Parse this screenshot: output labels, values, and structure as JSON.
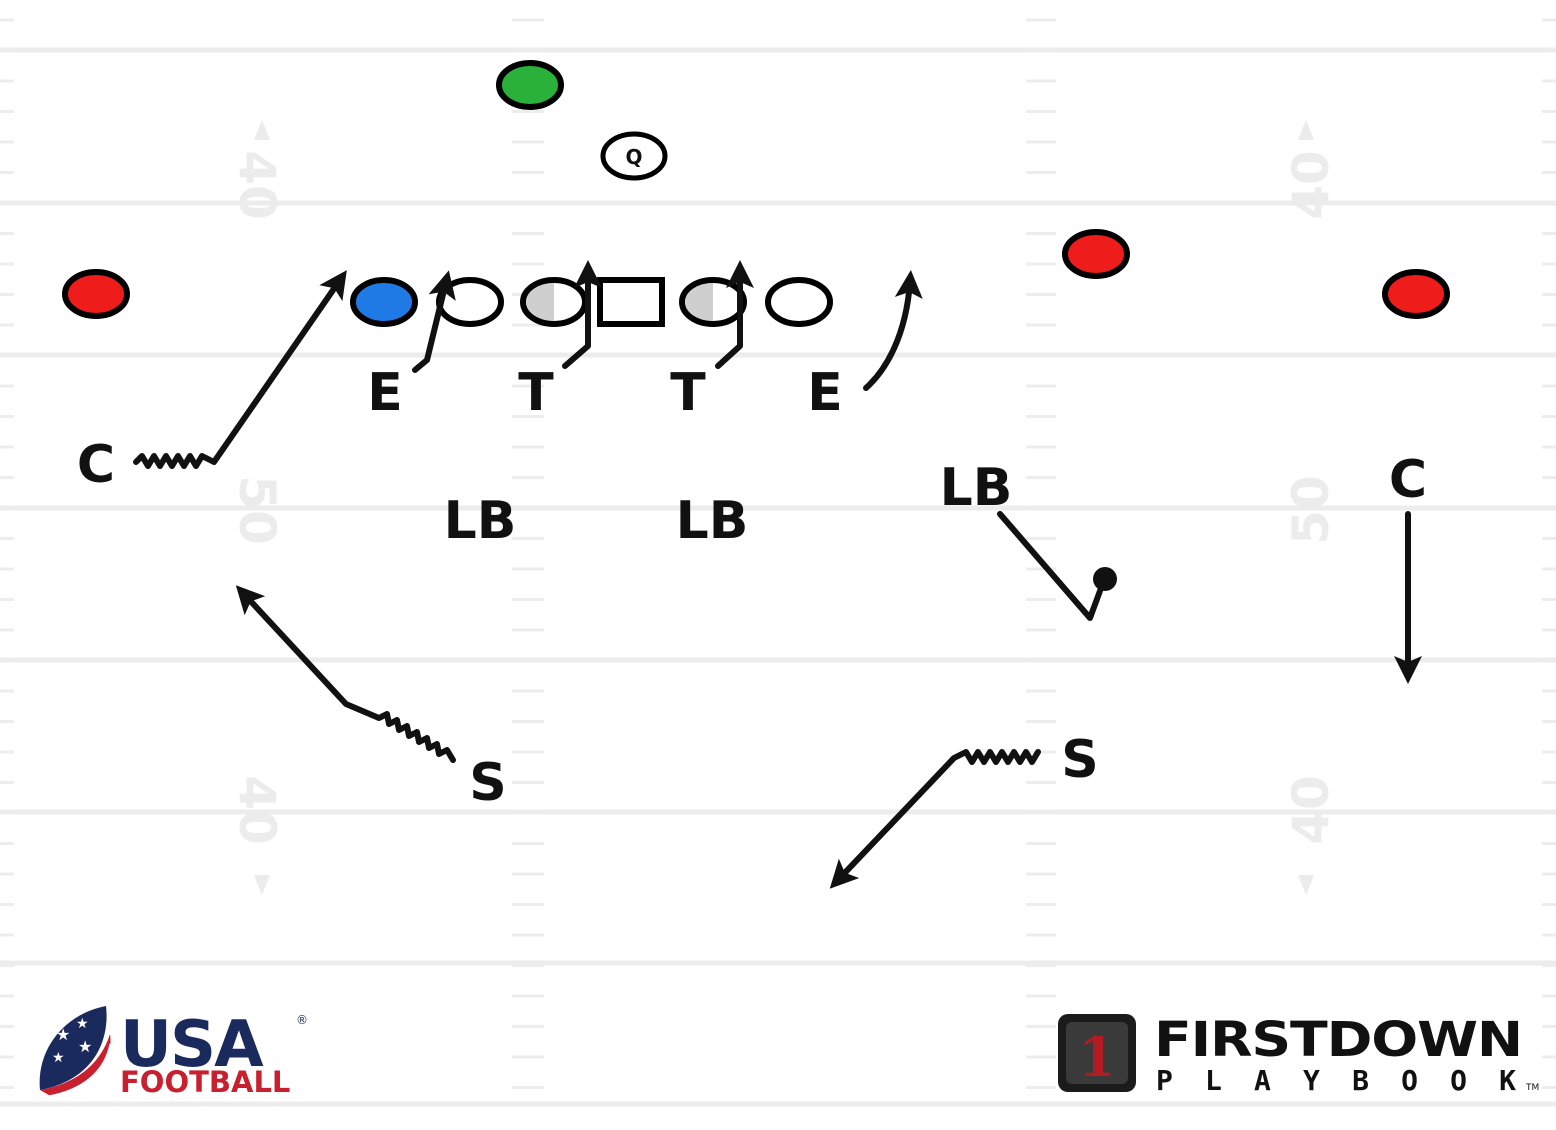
{
  "players": {
    "offense": [
      {
        "role": "receiver-left",
        "color": "#ef1c1c"
      },
      {
        "role": "receiver-right-slot",
        "color": "#ef1c1c"
      },
      {
        "role": "receiver-right",
        "color": "#ef1c1c"
      },
      {
        "role": "running-back",
        "color": "#2ab13a"
      },
      {
        "role": "tight-end",
        "color": "#1f7ae6"
      },
      {
        "role": "quarterback",
        "label": "Q"
      }
    ],
    "defense": [
      {
        "role": "corner-left",
        "label": "C"
      },
      {
        "role": "end-left",
        "label": "E"
      },
      {
        "role": "tackle-left",
        "label": "T"
      },
      {
        "role": "tackle-right",
        "label": "T"
      },
      {
        "role": "end-right",
        "label": "E"
      },
      {
        "role": "linebacker-left",
        "label": "LB"
      },
      {
        "role": "linebacker-middle",
        "label": "LB"
      },
      {
        "role": "linebacker-right",
        "label": "LB"
      },
      {
        "role": "corner-right",
        "label": "C"
      },
      {
        "role": "safety-left",
        "label": "S"
      },
      {
        "role": "safety-right",
        "label": "S"
      }
    ]
  },
  "yard_numbers": {
    "top": "40",
    "middle": "50",
    "bottom": "40"
  },
  "branding": {
    "usa_football": {
      "line1": "USA",
      "line2": "FOOTBALL",
      "registered": "®",
      "navy": "#1b2a5c",
      "red": "#c8202f"
    },
    "firstdown": {
      "badge": "1",
      "line1": "FIRSTDOWN",
      "line2": "PLAYBOOK",
      "tm": "TM"
    }
  }
}
